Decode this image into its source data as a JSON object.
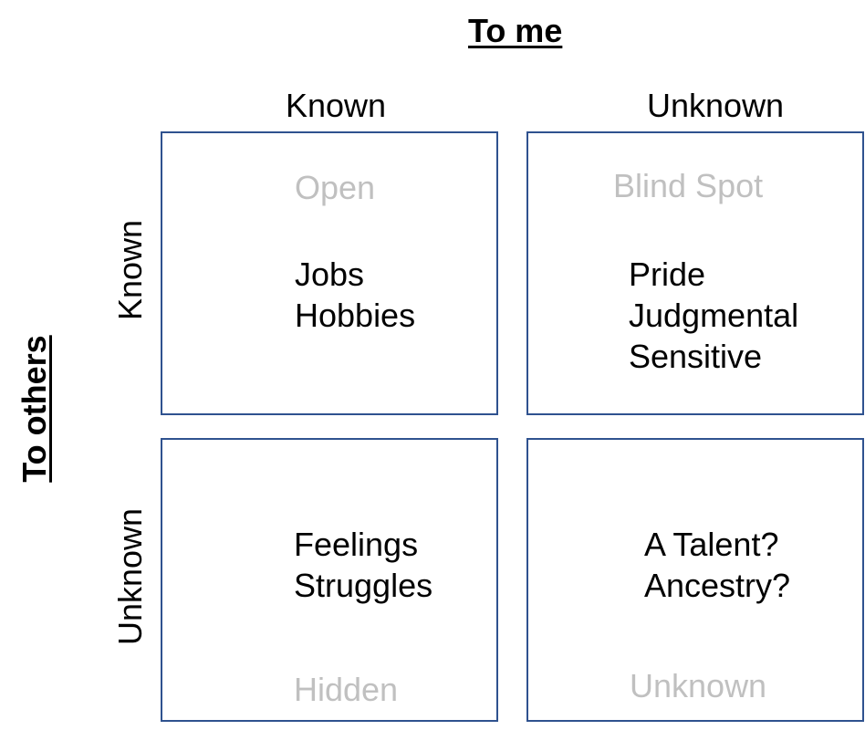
{
  "axes": {
    "top_title": "To me",
    "side_title": "To others",
    "columns": [
      "Known",
      "Unknown"
    ],
    "rows": [
      "Known",
      "Unknown"
    ]
  },
  "quadrants": {
    "open": {
      "label": "Open",
      "items": [
        "Jobs",
        "Hobbies"
      ]
    },
    "blind": {
      "label": "Blind Spot",
      "items": [
        "Pride",
        "Judgmental",
        "Sensitive"
      ]
    },
    "hidden": {
      "label": "Hidden",
      "items": [
        "Feelings",
        "Struggles"
      ]
    },
    "unknown": {
      "label": "Unknown",
      "items": [
        "A Talent?",
        "Ancestry?"
      ]
    }
  },
  "colors": {
    "border": "#2f528f",
    "label_gray": "#c0c0c0",
    "text": "#000000"
  }
}
